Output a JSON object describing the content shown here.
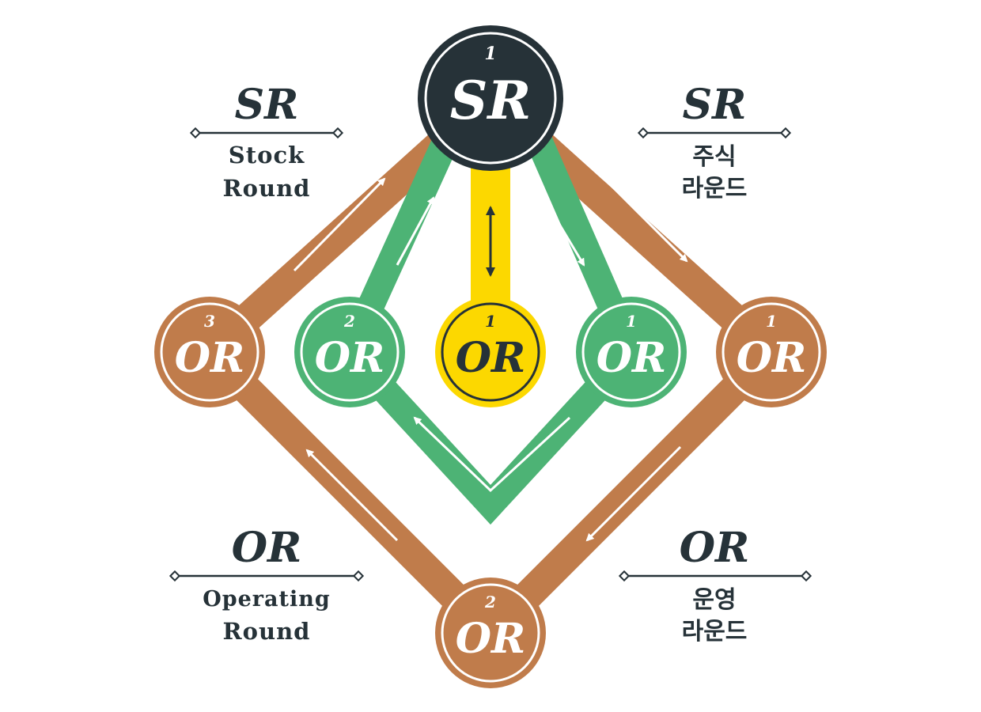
{
  "colors": {
    "dark": "#263238",
    "brown": "#c07c4b",
    "green": "#4db375",
    "yellow": "#fcd800",
    "white": "#ffffff"
  },
  "nodes": {
    "sr": {
      "number": "1",
      "label": "SR"
    },
    "or_brown_1": {
      "number": "1",
      "label": "OR"
    },
    "or_brown_2": {
      "number": "2",
      "label": "OR"
    },
    "or_brown_3": {
      "number": "3",
      "label": "OR"
    },
    "or_green_1": {
      "number": "1",
      "label": "OR"
    },
    "or_green_2": {
      "number": "2",
      "label": "OR"
    },
    "or_yellow_1": {
      "number": "1",
      "label": "OR"
    }
  },
  "legends": {
    "sr_en": {
      "abbr": "SR",
      "line1": "Stock",
      "line2": "Round"
    },
    "sr_ko": {
      "abbr": "SR",
      "line1": "주식",
      "line2": "라운드"
    },
    "or_en": {
      "abbr": "OR",
      "line1": "Operating",
      "line2": "Round"
    },
    "or_ko": {
      "abbr": "OR",
      "line1": "운영",
      "line2": "라운드"
    }
  }
}
